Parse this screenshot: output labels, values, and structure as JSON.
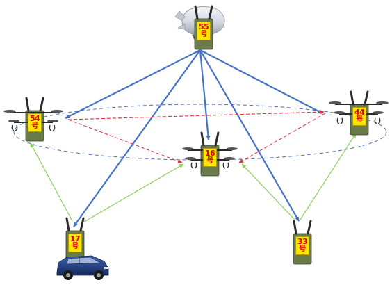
{
  "nodes": [
    {
      "id": "55",
      "number": "55",
      "suffix": "号",
      "kind": "airship"
    },
    {
      "id": "54",
      "number": "54",
      "suffix": "号",
      "kind": "drone"
    },
    {
      "id": "16",
      "number": "16",
      "suffix": "号",
      "kind": "drone"
    },
    {
      "id": "44",
      "number": "44",
      "suffix": "号",
      "kind": "drone"
    },
    {
      "id": "17",
      "number": "17",
      "suffix": "号",
      "kind": "vehicle-radio"
    },
    {
      "id": "33",
      "number": "33",
      "suffix": "号",
      "kind": "ground-radio"
    }
  ],
  "links": [
    {
      "from": "55",
      "to": "54",
      "style": "solid",
      "color": "#4472c4"
    },
    {
      "from": "55",
      "to": "16",
      "style": "solid",
      "color": "#4472c4"
    },
    {
      "from": "55",
      "to": "44",
      "style": "solid",
      "color": "#4472c4"
    },
    {
      "from": "55",
      "to": "17",
      "style": "solid",
      "color": "#4472c4"
    },
    {
      "from": "55",
      "to": "33",
      "style": "solid",
      "color": "#4472c4"
    },
    {
      "from": "54",
      "to": "44",
      "style": "dashed",
      "color": "#d9363e"
    },
    {
      "from": "54",
      "to": "16",
      "style": "dashed",
      "color": "#d9363e"
    },
    {
      "from": "44",
      "to": "16",
      "style": "dashed",
      "color": "#d9363e"
    },
    {
      "from": "17",
      "to": "54",
      "style": "solid-thin",
      "color": "#8ccf5a"
    },
    {
      "from": "17",
      "to": "16",
      "style": "solid-thin",
      "color": "#8ccf5a"
    },
    {
      "from": "33",
      "to": "16",
      "style": "solid-thin",
      "color": "#8ccf5a"
    },
    {
      "from": "33",
      "to": "44",
      "style": "solid-thin",
      "color": "#8ccf5a"
    }
  ],
  "colors": {
    "ellipse": "#4a6fb0",
    "label_fill": "#ffe600",
    "label_text": "#e00000",
    "radio_body": "#6b7a4a",
    "drone_body": "#2a2a2a",
    "car_body": "#1f3b78",
    "airship_body": "#d0d4dc"
  }
}
